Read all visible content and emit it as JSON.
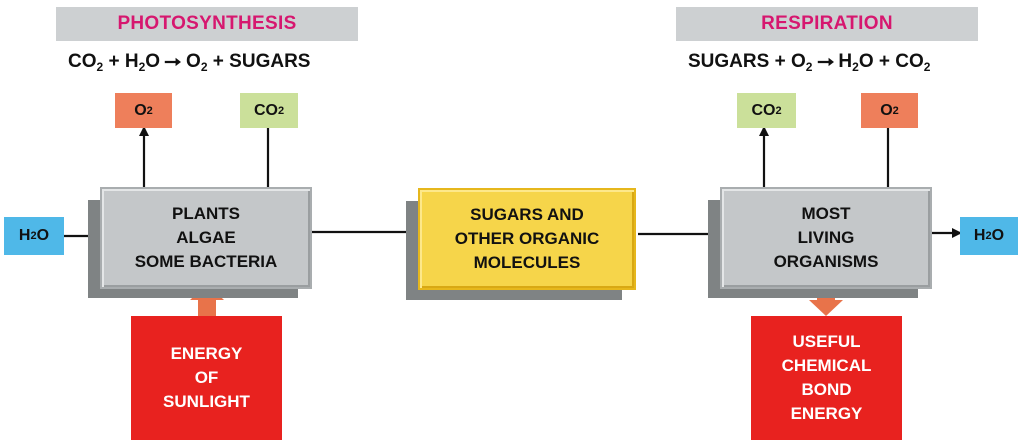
{
  "photosynthesis": {
    "title": "PHOTOSYNTHESIS",
    "equation": {
      "lhs_a": "CO",
      "lhs_a_sub": "2",
      "plus1": "+",
      "lhs_b": "H",
      "lhs_b_sub": "2",
      "lhs_b_tail": "O",
      "rhs_a": "O",
      "rhs_a_sub": "2",
      "plus2": "+",
      "rhs_b": "SUGARS"
    },
    "input_co2": {
      "text": "CO",
      "sub": "2"
    },
    "output_o2": {
      "text": "O",
      "sub": "2"
    },
    "input_h2o": {
      "text": "H",
      "sub": "2",
      "tail": "O"
    },
    "organisms": [
      "PLANTS",
      "ALGAE",
      "SOME BACTERIA"
    ],
    "energy": [
      "ENERGY",
      "OF",
      "SUNLIGHT"
    ]
  },
  "center": {
    "lines": [
      "SUGARS AND",
      "OTHER ORGANIC",
      "MOLECULES"
    ]
  },
  "respiration": {
    "title": "RESPIRATION",
    "equation": {
      "lhs_a": "SUGARS",
      "plus1": "+",
      "lhs_b": "O",
      "lhs_b_sub": "2",
      "rhs_a": "H",
      "rhs_a_sub": "2",
      "rhs_a_tail": "O",
      "plus2": "+",
      "rhs_b": "CO",
      "rhs_b_sub": "2"
    },
    "output_co2": {
      "text": "CO",
      "sub": "2"
    },
    "input_o2": {
      "text": "O",
      "sub": "2"
    },
    "output_h2o": {
      "text": "H",
      "sub": "2",
      "tail": "O"
    },
    "organisms": [
      "MOST",
      "LIVING",
      "ORGANISMS"
    ],
    "energy": [
      "USEFUL",
      "CHEMICAL",
      "BOND",
      "ENERGY"
    ]
  },
  "colors": {
    "banner_bg": "#cdd0d2",
    "title_text": "#d6176f",
    "o2_box": "#ee7f5b",
    "co2_box": "#cbe09a",
    "h2o_box": "#4fb8e8",
    "organism_box": "#c4c7c9",
    "organism_shadow": "#7f8384",
    "molecule_box": "#f6d54a",
    "energy_box": "#e8221f",
    "energy_arrow": "#e8734a"
  }
}
